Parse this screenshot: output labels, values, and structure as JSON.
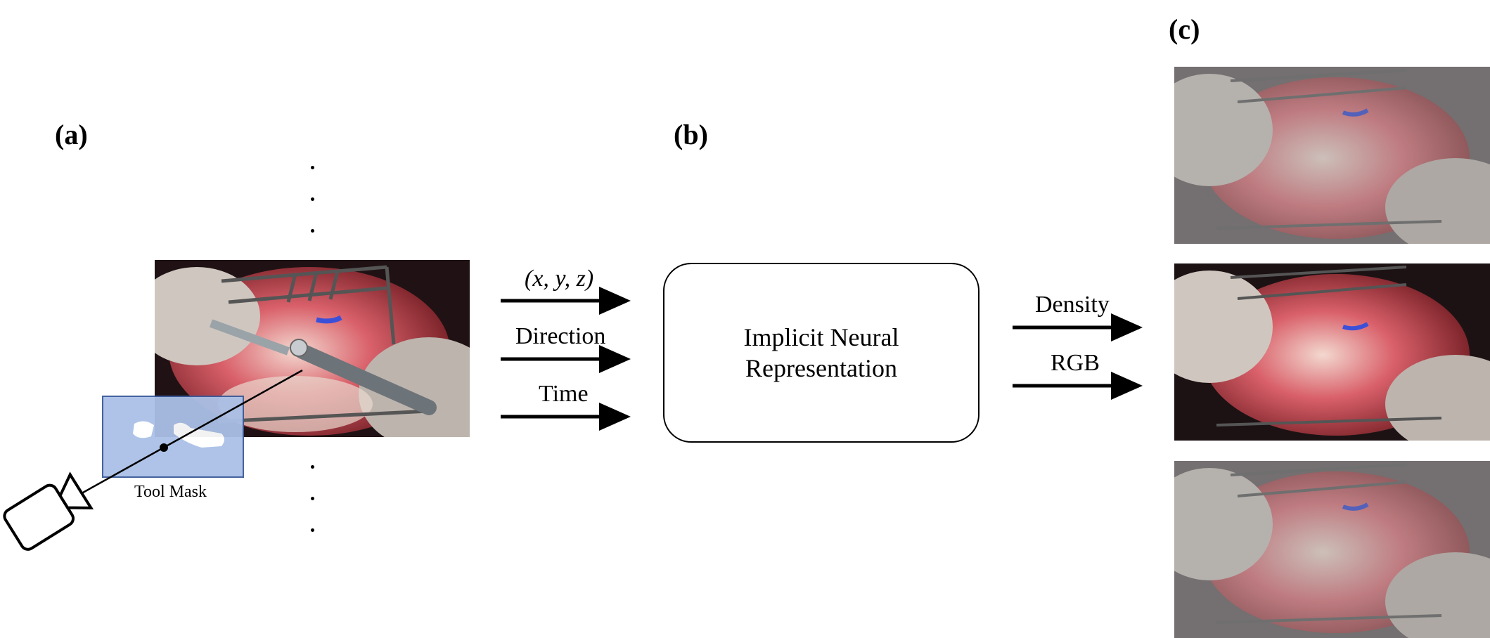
{
  "panels": {
    "a": "(a)",
    "b": "(b)",
    "c": "(c)"
  },
  "inputs": {
    "xyz": "(x, y, z)",
    "direction": "Direction",
    "time": "Time"
  },
  "network": {
    "line1": "Implicit Neural",
    "line2": "Representation"
  },
  "outputs": {
    "density": "Density",
    "rgb": "RGB"
  },
  "mask": {
    "label": "Tool Mask"
  },
  "colors": {
    "mask_fill": "#aac0e6",
    "mask_border": "#3a5a9a",
    "tissue": "#b5323c",
    "drape": "#c9c2bb"
  },
  "images": {
    "input_frame": "surgical-scene-with-tool",
    "rendered_frames": [
      "rendered-surgical-scene-1",
      "rendered-surgical-scene-2",
      "rendered-surgical-scene-3"
    ]
  }
}
